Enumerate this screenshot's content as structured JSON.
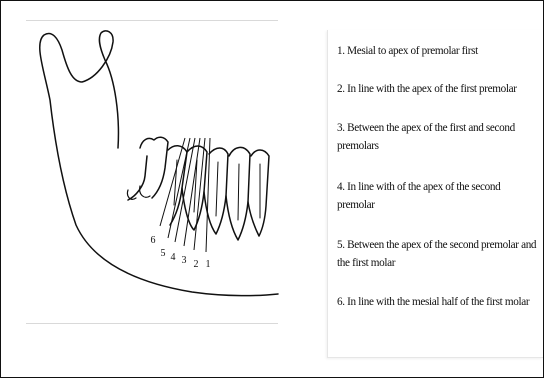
{
  "notes": [
    "1. Mesial to apex of premolar first",
    "2. In line with the apex of the first premolar",
    "3. Between the apex of the first and second premolars",
    "4. In line with of the apex of the second premolar",
    "5. Between the apex of the second premolar and the first molar",
    "6. In line with the mesial half of the first molar"
  ],
  "diagram": {
    "markers": [
      "6",
      "5",
      "4",
      "3",
      "2",
      "1"
    ]
  },
  "colors": {
    "ink": "#111111",
    "frame": "#111111",
    "rule": "#d9d9d9"
  }
}
